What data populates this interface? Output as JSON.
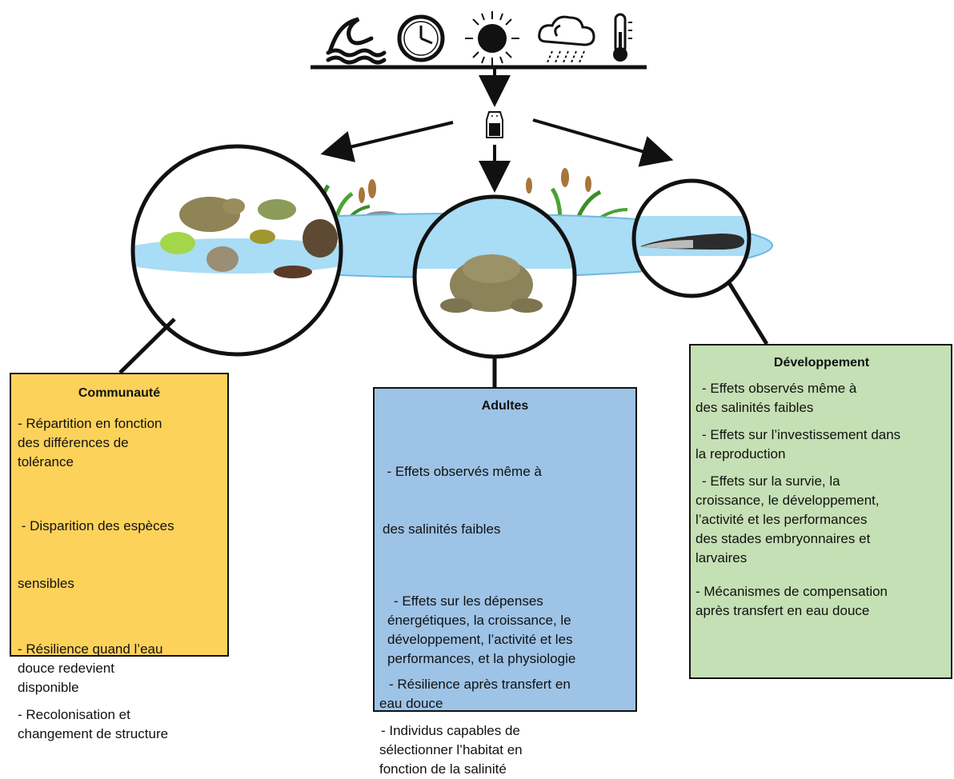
{
  "environment_icons": [
    "waves-icon",
    "clock-icon",
    "sun-icon",
    "storm-cloud-icon",
    "thermometer-icon"
  ],
  "salt_icon": "salt-shaker-icon",
  "colors": {
    "community_box": "#fdd25a",
    "adults_box": "#9dc3e6",
    "development_box": "#c5e0b4",
    "pond": "#a9dcf5"
  },
  "community": {
    "title": "Communauté",
    "items": [
      [
        "- Répartition en fonction",
        "des différences de",
        "tolérance"
      ],
      [
        " - Disparition des espèces",
        "sensibles"
      ],
      [
        "- Résilience quand l’eau",
        "douce redevient",
        "disponible"
      ],
      [
        "- Recolonisation et",
        "changement de structure"
      ]
    ]
  },
  "adults": {
    "title": "Adultes",
    "items": [
      [
        "  - Effets observés même à",
        "des salinités faibles"
      ],
      [
        "- Effets sur les dépenses",
        "énergétiques, la croissance, le",
        "développement, l’activité et les",
        "performances, et la physiologie"
      ],
      [
        "- Résilience après transfert en",
        "eau douce"
      ],
      [
        "- Individus capables de",
        "sélectionner l’habitat en",
        "fonction de la salinité"
      ]
    ]
  },
  "development": {
    "title": "Développement",
    "items": [
      [
        "- Effets observés même à",
        "des salinités faibles"
      ],
      [
        "- Effets sur l’investissement dans",
        "la reproduction"
      ],
      [
        "- Effets sur la survie, la",
        "croissance, le développement,",
        "l’activité et les performances",
        "des stades embryonnaires et",
        "larvaires"
      ],
      [
        "- Mécanismes de compensation",
        "après transfert en eau douce"
      ]
    ]
  }
}
